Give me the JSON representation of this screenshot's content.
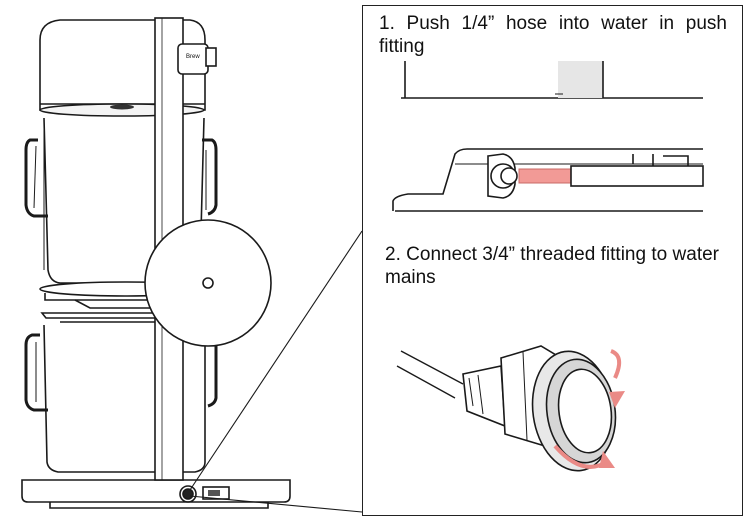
{
  "steps": [
    {
      "number": "1.",
      "text": "1. Push 1/4” hose into water in push fitting"
    },
    {
      "number": "2.",
      "text": "2. Connect 3/4” threaded fitting to water mains"
    }
  ],
  "colors": {
    "line": "#1a1a1a",
    "hose_highlight": "#f29a96",
    "rotation_arrow": "#ea8a86",
    "shading": "#e6e6e6"
  },
  "icons": [
    "rotation-arrow-icon",
    "push-fitting-icon",
    "threaded-fitting-icon"
  ]
}
